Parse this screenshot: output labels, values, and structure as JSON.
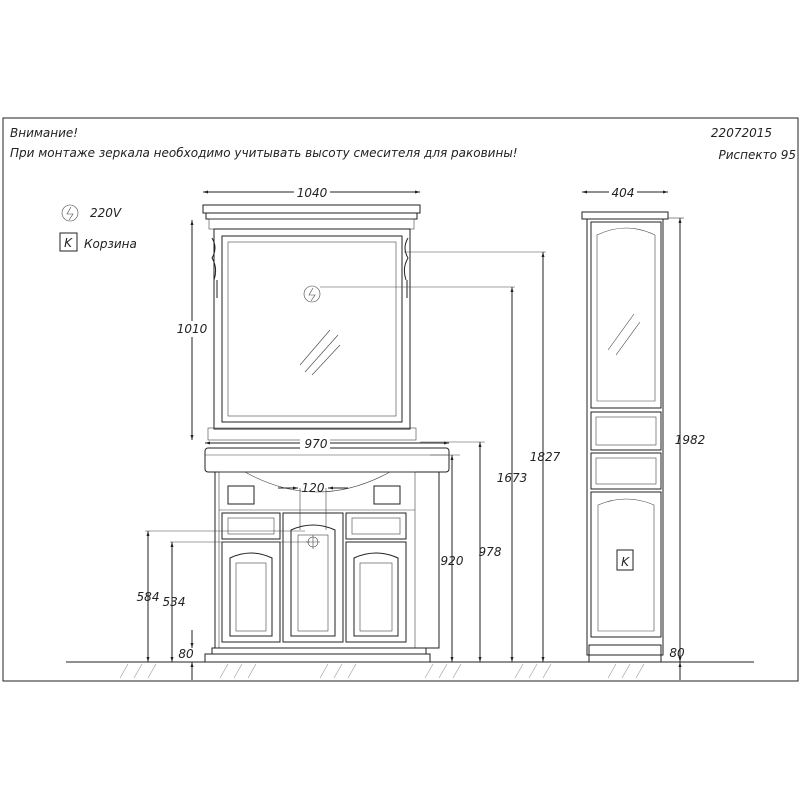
{
  "header": {
    "warning_title": "Внимание!",
    "warning_text": "При монтаже зеркала необходимо учитывать высоту смесителя для раковины!",
    "code": "22072015",
    "product": "Риспекто  95"
  },
  "legend": {
    "socket_label": "220V",
    "basket_symbol": "K",
    "basket_label": "Корзина"
  },
  "dimensions": {
    "mirror_width": "1040",
    "mirror_height": "1010",
    "vanity_width": "970",
    "faucet_spacing": "120",
    "vanity_height": "920",
    "vanity_top_height": "978",
    "socket_height": "1673",
    "mirror_top_height": "1827",
    "pipe_height_1": "584",
    "pipe_height_2": "534",
    "plinth_left": "80",
    "column_width": "404",
    "column_height": "1982",
    "plinth_right": "80"
  },
  "column": {
    "basket_symbol": "K"
  }
}
